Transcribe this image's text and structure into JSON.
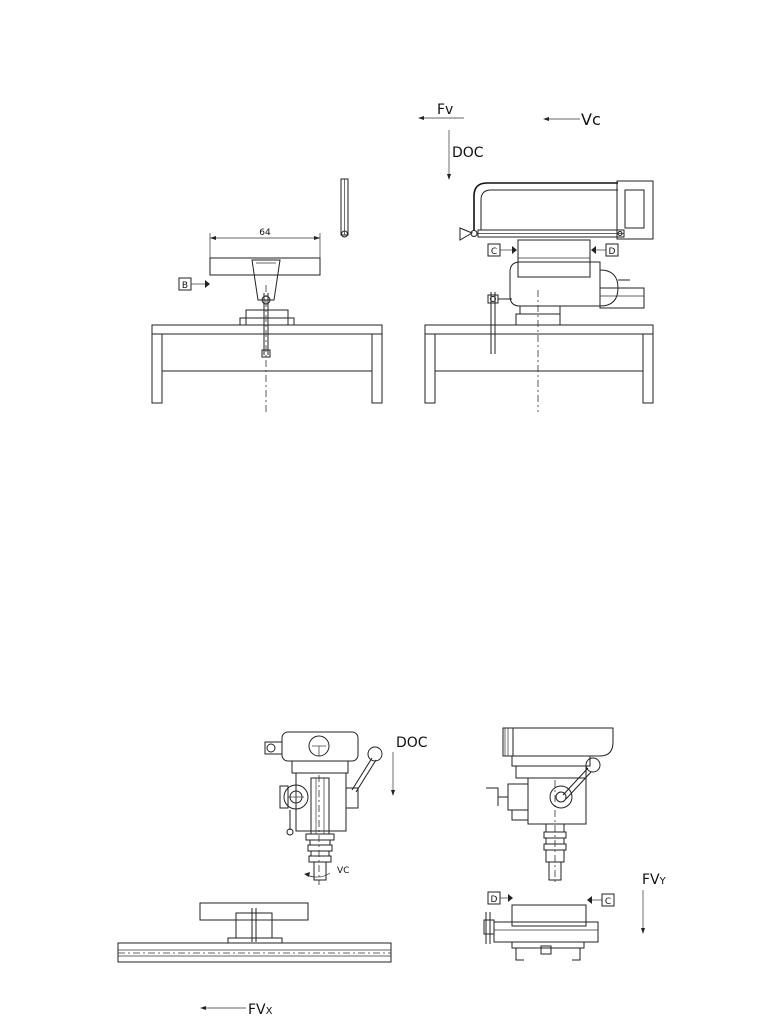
{
  "labels": {
    "fv": "Fv",
    "vc_top": "Vc",
    "doc_top": "DOC",
    "dim_64": "64",
    "tag_b": "B",
    "tag_c_top": "C",
    "tag_d_top": "D",
    "doc_bottom": "DOC",
    "vc_bottom": "VC",
    "tag_d_bottom": "D",
    "tag_c_bottom": "C",
    "fvy_main": "FV",
    "fvy_sub": "Y",
    "fvx_main": "FV",
    "fvx_sub": "X"
  }
}
